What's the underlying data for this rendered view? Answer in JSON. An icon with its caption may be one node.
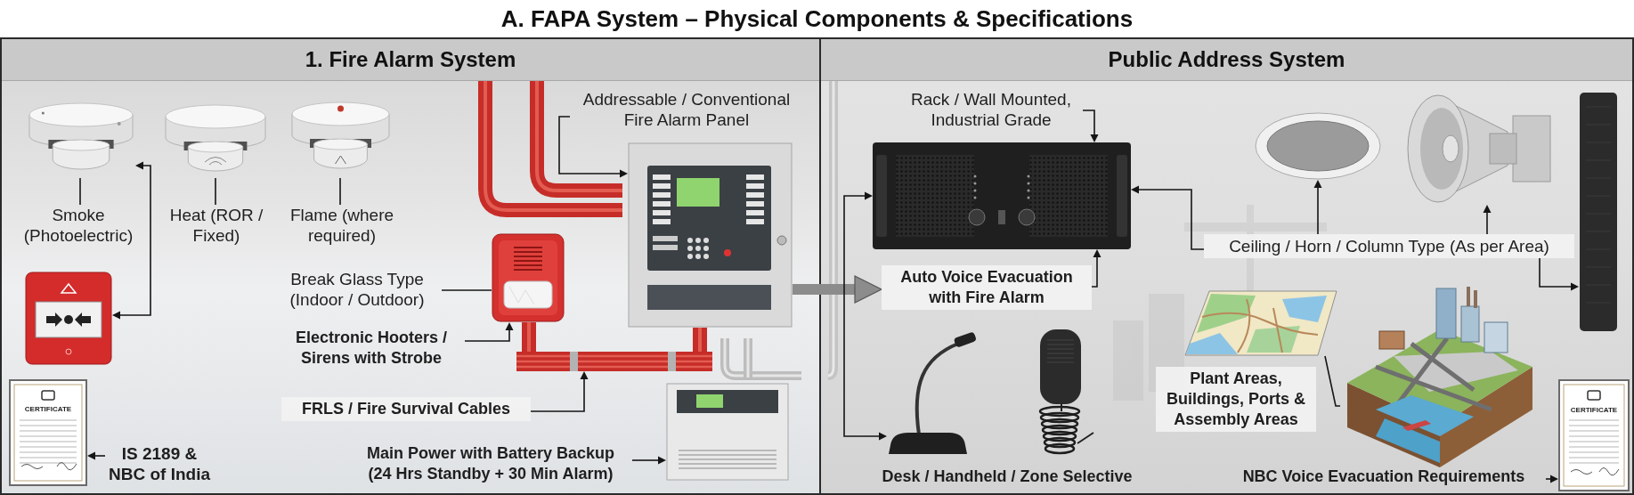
{
  "diagram": {
    "title": "A. FAPA System – Physical Components & Specifications",
    "nodes": [
      {
        "text": [
          "1. Fire Alarm System"
        ]
      },
      {
        "text": [],
        "shape": "picture",
        "in": 0
      },
      {
        "text": [],
        "shape": "picture",
        "in": 0
      },
      {
        "text": [],
        "shape": "picture",
        "in": 0
      },
      {
        "text": [
          "Smoke (Photoelectric)"
        ],
        "in": 0
      },
      {
        "text": [
          "Heat (ROR / Fixed)"
        ],
        "in": 0
      },
      {
        "text": [
          "Flame (where required)"
        ],
        "in": 0
      },
      {
        "text": [],
        "shape": "picture",
        "in": 0
      },
      {
        "text": [
          "Addressable / Conventional Fire Alarm Panel"
        ],
        "in": 0
      },
      {
        "text": [],
        "shape": "picture",
        "in": 0
      },
      {
        "text": [],
        "shape": "picture",
        "in": 0
      },
      {
        "text": [],
        "shape": "picture",
        "in": 0
      },
      {
        "text": [
          "Break Glass Type (Indoor / Outdoor)"
        ],
        "in": 0
      },
      {
        "text": [
          "Electronic Hooters / Sirens with Strobe"
        ],
        "in": 0
      },
      {
        "text": [
          "FRLS / Fire Survival Cables"
        ],
        "in": 0
      },
      {
        "text": [
          "CERTIFICATE"
        ],
        "in": 0
      },
      {
        "text": [
          "IS 2189 & NBC of India"
        ],
        "in": 0
      },
      {
        "text": [
          "Main Power with Battery Backup (24 Hrs Standby + 30 Min Alarm)"
        ],
        "in": 0
      },
      {
        "text": [],
        "shape": "picture",
        "in": 0
      },
      {
        "text": [
          "Public Address System"
        ]
      },
      {
        "text": [
          "Rack / Wall Mounted, Industrial Grade"
        ],
        "in": 19
      },
      {
        "text": [],
        "shape": "picture",
        "in": 19
      },
      {
        "text": [],
        "shape": "picture",
        "in": 19
      },
      {
        "text": [],
        "shape": "picture",
        "in": 19
      },
      {
        "text": [],
        "shape": "picture",
        "in": 19
      },
      {
        "text": [
          "Auto Voice Evacuation with Fire Alarm"
        ],
        "in": 19
      },
      {
        "text": [
          "Ceiling / Horn / Column Type (As per Area)"
        ],
        "in": 19
      },
      {
        "text": [],
        "shape": "picture",
        "in": 19
      },
      {
        "text": [],
        "shape": "picture",
        "in": 19
      },
      {
        "text": [],
        "shape": "picture",
        "in": 19
      },
      {
        "text": [],
        "shape": "picture",
        "in": 19
      },
      {
        "text": [
          "Plant Areas, Buildings, Ports & Assembly Areas"
        ],
        "in": 19
      },
      {
        "text": [
          "Desk / Handheld / Zone Selective"
        ],
        "in": 19
      },
      {
        "text": [
          "NBC Voice Evacuation Requirements"
        ],
        "in": 19
      },
      {
        "text": [
          "CERTIFICATE"
        ],
        "in": 19
      }
    ],
    "edges": [
      {
        "from": 4,
        "to": 1,
        "arrow": "none"
      },
      {
        "from": 5,
        "to": 2,
        "arrow": "none"
      },
      {
        "from": 6,
        "to": 3,
        "arrow": "none"
      },
      {
        "from": 1,
        "to": 7,
        "arrow": "both"
      },
      {
        "from": 8,
        "to": 10,
        "arrow": "to"
      },
      {
        "from": 12,
        "to": 11,
        "arrow": "none"
      },
      {
        "from": 13,
        "to": 11,
        "arrow": "to"
      },
      {
        "from": 14,
        "to": 9,
        "arrow": "to"
      },
      {
        "from": 16,
        "to": 15,
        "arrow": "to"
      },
      {
        "from": 17,
        "to": 18,
        "arrow": "to"
      },
      {
        "from": 10,
        "to": 25,
        "arrow": "to",
        "style": "thick",
        "color": "#8c8c8c"
      },
      {
        "from": 20,
        "to": 21,
        "arrow": "to"
      },
      {
        "from": 25,
        "to": 21,
        "arrow": "to"
      },
      {
        "from": 21,
        "to": 29,
        "arrow": "both"
      },
      {
        "from": 26,
        "to": 21,
        "arrow": "to"
      },
      {
        "from": 26,
        "to": 22,
        "arrow": "to"
      },
      {
        "from": 26,
        "to": 23,
        "arrow": "to"
      },
      {
        "from": 26,
        "to": 24,
        "arrow": "to"
      },
      {
        "from": 27,
        "to": 28,
        "arrow": "none"
      },
      {
        "from": 33,
        "to": 34,
        "arrow": "to"
      }
    ]
  }
}
